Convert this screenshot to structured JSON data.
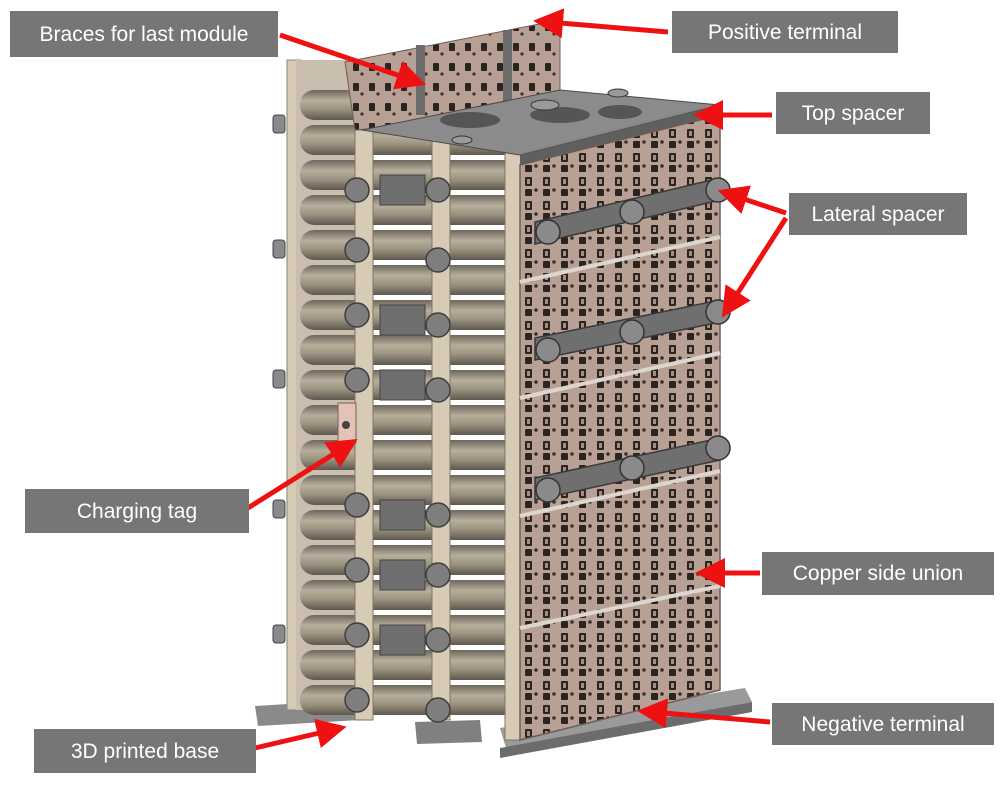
{
  "labels": {
    "braces": "Braces for last module",
    "positive": "Positive terminal",
    "top_spacer": "Top spacer",
    "lateral_spacer": "Lateral spacer",
    "charging_tag": "Charging tag",
    "copper_union": "Copper side union",
    "printed_base": "3D printed base",
    "negative": "Negative terminal"
  },
  "colors": {
    "label_bg": "#767676",
    "label_text": "#ffffff",
    "arrow": "#ee1111",
    "copper_panel": "#b9a095",
    "cell": "#8e8676",
    "frame": "#d8cbb6",
    "plastic": "#7b7b7b"
  }
}
